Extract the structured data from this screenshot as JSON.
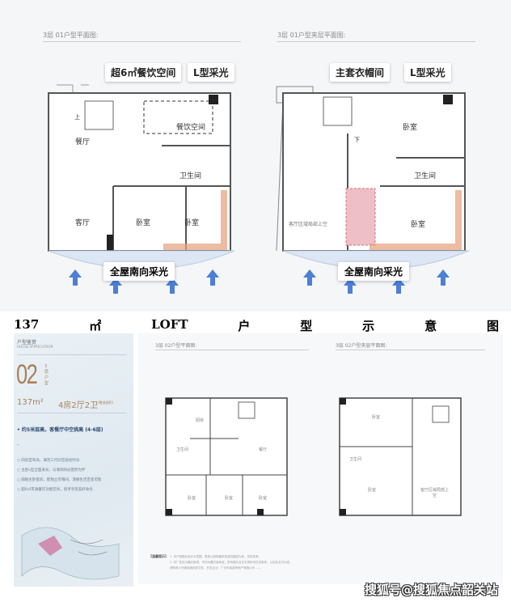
{
  "top_plans": [
    {
      "title": "3层 01户型平面图:",
      "callouts": [
        "超6㎡餐饮空间",
        "L型采光"
      ],
      "rooms": [
        "餐饮空间",
        "餐厅",
        "卫生间",
        "客厅",
        "卧室",
        "卧室"
      ],
      "south": "全屋南向采光",
      "mark_up": "上"
    },
    {
      "title": "3层 01户型夹层平面图:",
      "callouts": [
        "主套衣帽间",
        "L型采光"
      ],
      "rooms": [
        "卧室",
        "卫生间",
        "卧室",
        "客厅区域局部上空"
      ],
      "south": "全屋南向采光",
      "mark_down": "下"
    }
  ],
  "caption": [
    "137",
    "㎡",
    "LOFT",
    "户",
    "型",
    "示",
    "意",
    "图"
  ],
  "left_panel": {
    "heading": "户型鉴赏",
    "heading_en": "HOUSE APPRECIATION",
    "number": "02",
    "number_side": "3层户型",
    "area": "137m²",
    "layout": "4房2厅2卫",
    "layout_note": "(赠送面积)",
    "highlight": "• 约5米层高，客餐厅中空挑高 (4-6层)",
    "dash": "–",
    "points": [
      "○ 四房室布局，满足三代同堂居住时光",
      "○ 主卧L型全面采光，与清风阳光悠然为伴",
      "○ 圆融主卧套房，配独立衣帽间，演绎生活百变可能",
      "○ 超6㎡贯通餐饮功能空间，很享享受美好食光"
    ]
  },
  "bottom_plans": [
    {
      "title": "3层 02户型平面图:",
      "rooms": [
        "厨房",
        "卫生间",
        "餐厅",
        "卧室",
        "卧室",
        "卧室"
      ]
    },
    {
      "title": "3层 02户型夹层平面图:",
      "rooms": [
        "卧室",
        "卫生间",
        "卧室",
        "客厅区域局部上空"
      ]
    }
  ],
  "footnote_label": "【温馨提示】",
  "footnote_lines": [
    "1. 本户型图为设计示意图，具体以政府最终批准的图纸为准，仅供参考。",
    "2. 本广告仅为要约邀请，不作为要约或承诺，所有图片及文字资料均仅供参考，以实际交付为准。",
    "请购房人仔细阅读相关文件，开发企业：广州市某某房地产有限公司 ……"
  ],
  "watermark": "搜狐号@搜狐焦点韶关站"
}
